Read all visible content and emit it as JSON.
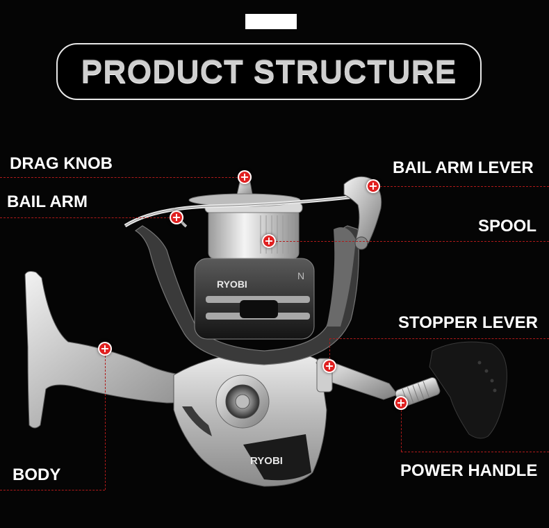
{
  "title": "PRODUCT STRUCTURE",
  "brand": "RYOBI",
  "model_mark": "N",
  "marker_symbol": "+",
  "labels": {
    "drag_knob": "DRAG KNOB",
    "bail_arm": "BAIL ARM",
    "bail_arm_lever": "BAIL ARM LEVER",
    "spool": "SPOOL",
    "stopper_lever": "STOPPER LEVER",
    "body": "BODY",
    "power_handle": "POWER HANDLE"
  },
  "colors": {
    "background": "#050505",
    "marker": "#e02020",
    "leader_line": "#b01a1a",
    "label_text": "#ffffff",
    "title_text": "#cfcfcf"
  }
}
